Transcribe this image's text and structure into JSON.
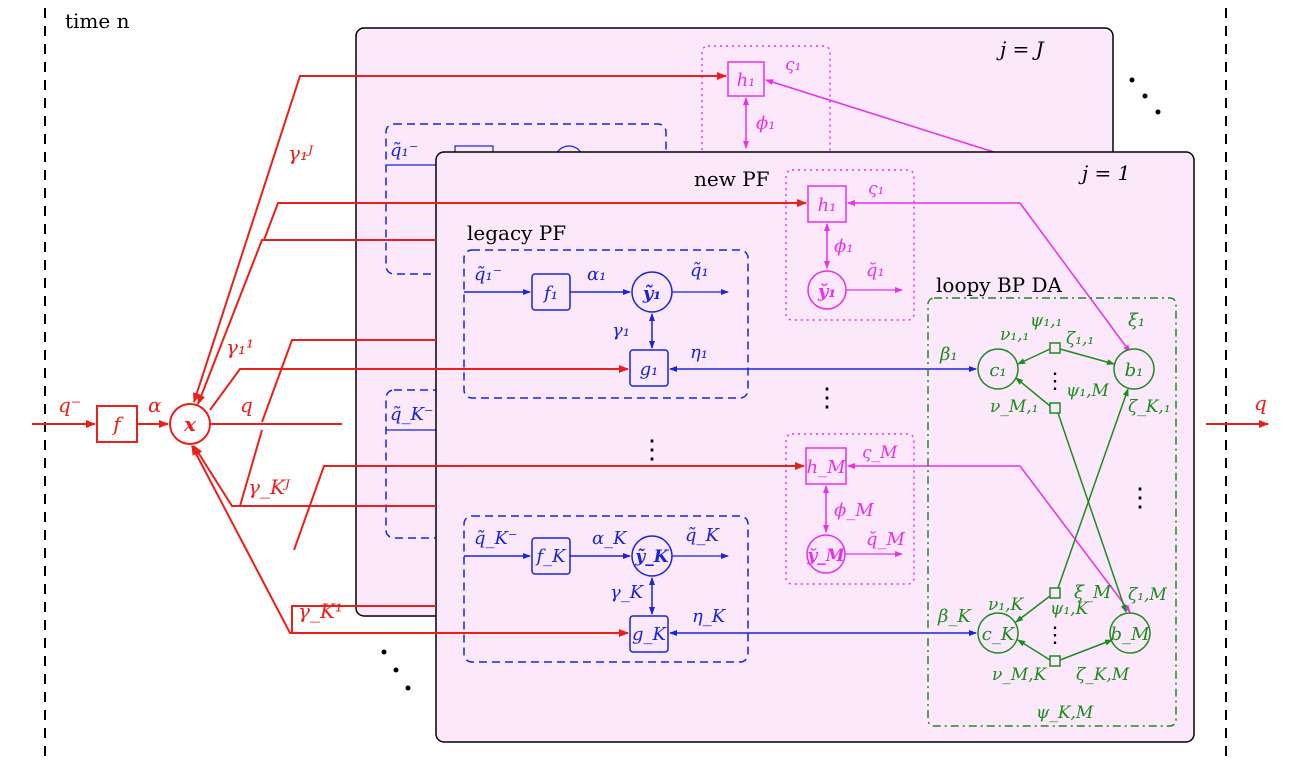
{
  "colors": {
    "red": "#e8201c",
    "magenta": "#e830e8",
    "blue": "#1a24d6",
    "green": "#1f8a1f",
    "panel_fill": "#fbe8fb",
    "black": "#000000"
  },
  "header": {
    "time_label": "time n"
  },
  "layers": {
    "top": "j = J",
    "front": "j = 1"
  },
  "blocks": {
    "new_pf": "new PF",
    "legacy_pf": "legacy PF",
    "loopy_bp": "loopy BP DA"
  },
  "left": {
    "q_in": "q⁻",
    "f": "f",
    "alpha": "α",
    "x": "x",
    "q_mid": "q",
    "gamma_1J": "γ₁ᴶ",
    "gamma_11": "γ₁¹",
    "gamma_KJ": "γ_Kᴶ",
    "gamma_K1": "γ_K¹",
    "q_out": "q"
  },
  "legacy": {
    "q1_in": "q̃₁⁻",
    "f1": "f₁",
    "alpha1": "α₁",
    "y1": "ỹ₁",
    "q1_out": "q̃₁",
    "gamma1": "γ₁",
    "g1": "g₁",
    "eta1": "η₁",
    "qK_in": "q̃_K⁻",
    "fK": "f_K",
    "alphaK": "α_K",
    "yK": "ỹ_K",
    "qK_out": "q̃_K",
    "gammaK": "γ_K",
    "gK": "g_K",
    "etaK": "η_K",
    "back_q1": "q̃₁⁻",
    "back_qK": "q̃_K⁻"
  },
  "newpf": {
    "h1": "h₁",
    "s1": "ς₁",
    "phi1": "ϕ₁",
    "y1": "y̆₁",
    "q1": "q̆₁",
    "hM": "h_M",
    "sM": "ς_M",
    "phiM": "ϕ_M",
    "yM": "y̆_M",
    "qM": "q̆_M",
    "back_h1": "h₁",
    "back_s1": "ς₁",
    "back_phi1": "ϕ₁"
  },
  "bp": {
    "beta1": "β₁",
    "c1": "c₁",
    "b1": "b₁",
    "xi1": "ξ₁",
    "psi11": "ψ₁,₁",
    "nu11": "ν₁,₁",
    "zeta11": "ζ₁,₁",
    "psi1M": "ψ₁,M",
    "nuM1": "ν_M,₁",
    "zetaK1": "ζ_K,₁",
    "betaK": "β_K",
    "cK": "c_K",
    "bM": "b_M",
    "xiM": "ξ_M",
    "nu1K": "ν₁,K",
    "psi1K": "ψ₁,K",
    "zeta1M": "ζ₁,M",
    "nuMK": "ν_M,K",
    "zetaKM": "ζ_K,M",
    "psiKM": "ψ_K,M"
  },
  "ellipsis": "⋮"
}
